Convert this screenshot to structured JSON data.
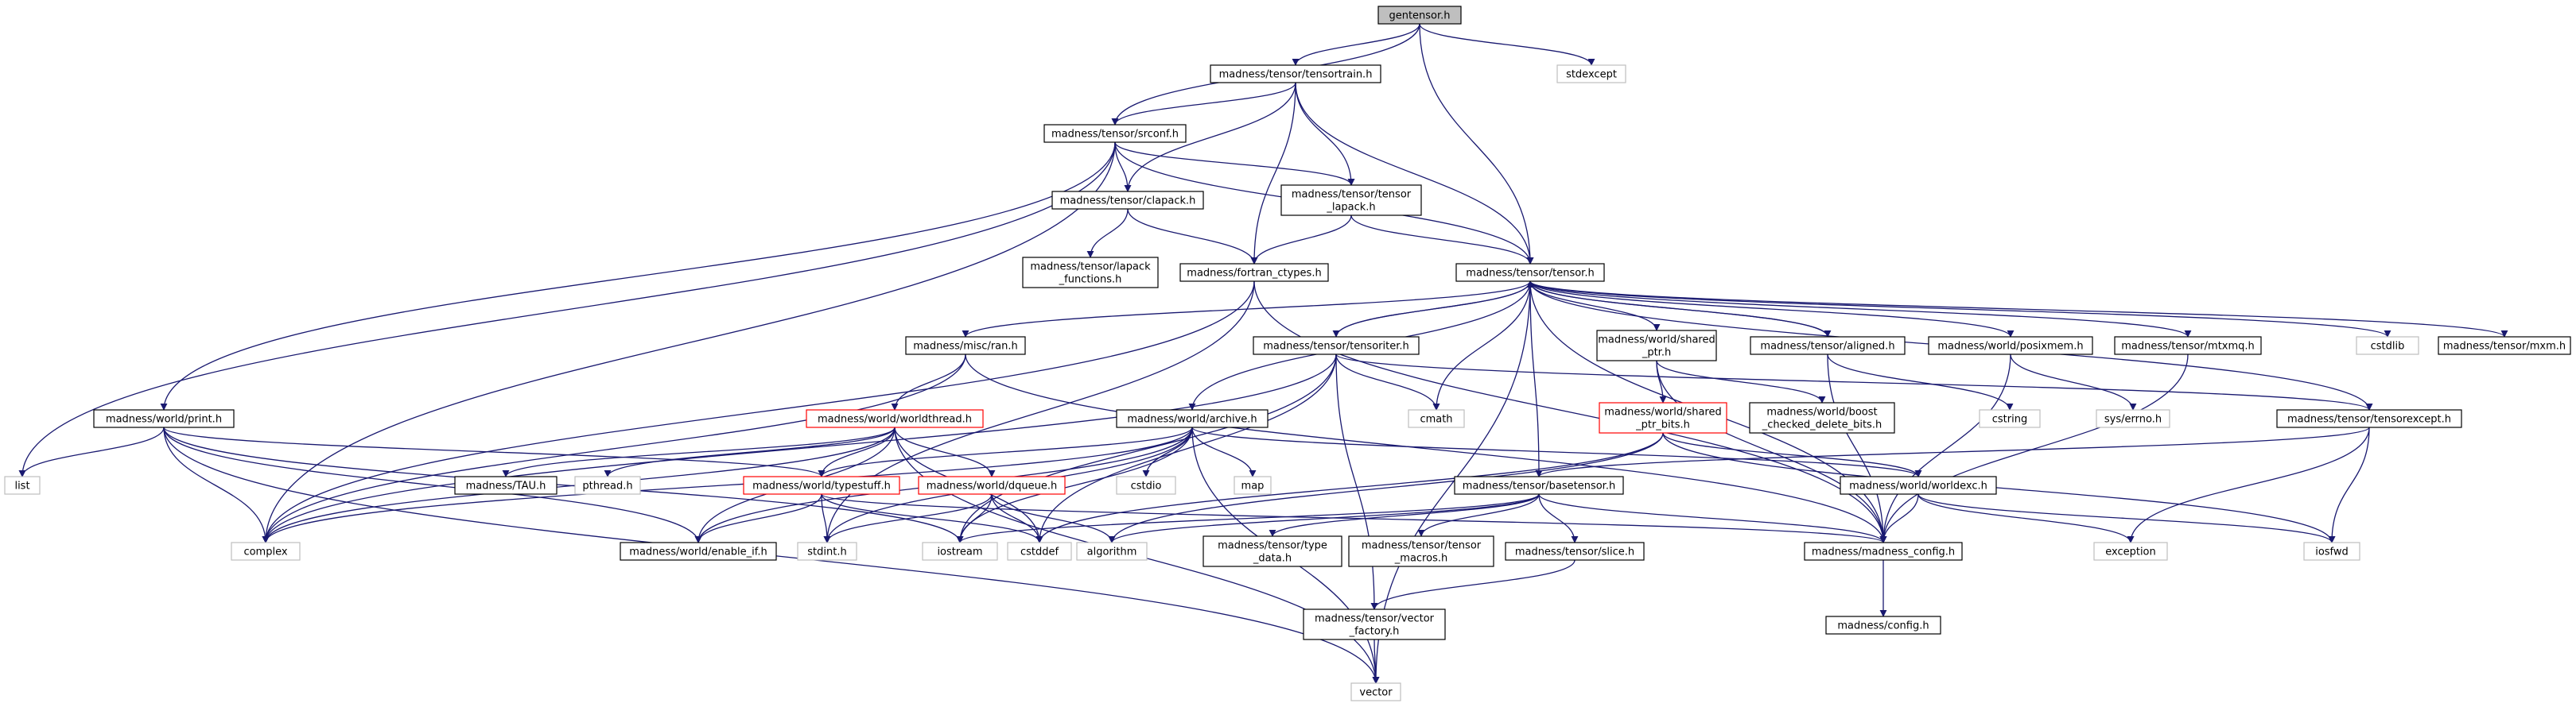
{
  "diagram": {
    "colors": {
      "edge": "#191970",
      "normal_border": "#000000",
      "external_border": "#bfbfbf",
      "truncated_border": "#ff0000",
      "root_fill": "#bfbfbf",
      "fill": "#ffffff"
    },
    "nodes": [
      {
        "id": "gentensor",
        "lines": [
          "gentensor.h"
        ],
        "style": "root"
      },
      {
        "id": "stdexcept",
        "lines": [
          "stdexcept"
        ],
        "style": "external"
      },
      {
        "id": "tensortrain",
        "lines": [
          "madness/tensor/tensortrain.h"
        ],
        "style": "normal"
      },
      {
        "id": "srconf",
        "lines": [
          "madness/tensor/srconf.h"
        ],
        "style": "normal"
      },
      {
        "id": "clapack",
        "lines": [
          "madness/tensor/clapack.h"
        ],
        "style": "normal"
      },
      {
        "id": "tensor_lapack",
        "lines": [
          "madness/tensor/tensor",
          "_lapack.h"
        ],
        "style": "normal"
      },
      {
        "id": "lapack_functions",
        "lines": [
          "madness/tensor/lapack",
          "_functions.h"
        ],
        "style": "normal"
      },
      {
        "id": "fortran_ctypes",
        "lines": [
          "madness/fortran_ctypes.h"
        ],
        "style": "normal"
      },
      {
        "id": "tensor",
        "lines": [
          "madness/tensor/tensor.h"
        ],
        "style": "normal"
      },
      {
        "id": "ran",
        "lines": [
          "madness/misc/ran.h"
        ],
        "style": "normal"
      },
      {
        "id": "tensoriter",
        "lines": [
          "madness/tensor/tensoriter.h"
        ],
        "style": "normal"
      },
      {
        "id": "shared_ptr",
        "lines": [
          "madness/world/shared",
          "_ptr.h"
        ],
        "style": "normal"
      },
      {
        "id": "aligned",
        "lines": [
          "madness/tensor/aligned.h"
        ],
        "style": "normal"
      },
      {
        "id": "posixmem",
        "lines": [
          "madness/world/posixmem.h"
        ],
        "style": "normal"
      },
      {
        "id": "mtxmq",
        "lines": [
          "madness/tensor/mtxmq.h"
        ],
        "style": "normal"
      },
      {
        "id": "cstdlib",
        "lines": [
          "cstdlib"
        ],
        "style": "external"
      },
      {
        "id": "mxm",
        "lines": [
          "madness/tensor/mxm.h"
        ],
        "style": "normal"
      },
      {
        "id": "print",
        "lines": [
          "madness/world/print.h"
        ],
        "style": "normal"
      },
      {
        "id": "worldthread",
        "lines": [
          "madness/world/worldthread.h"
        ],
        "style": "truncated"
      },
      {
        "id": "archive",
        "lines": [
          "madness/world/archive.h"
        ],
        "style": "normal"
      },
      {
        "id": "cmath",
        "lines": [
          "cmath"
        ],
        "style": "external"
      },
      {
        "id": "shared_ptr_bits",
        "lines": [
          "madness/world/shared",
          "_ptr_bits.h"
        ],
        "style": "truncated"
      },
      {
        "id": "boost_checked",
        "lines": [
          "madness/world/boost",
          "_checked_delete_bits.h"
        ],
        "style": "normal"
      },
      {
        "id": "cstring",
        "lines": [
          "cstring"
        ],
        "style": "external"
      },
      {
        "id": "errno",
        "lines": [
          "sys/errno.h"
        ],
        "style": "external"
      },
      {
        "id": "tensorexcept",
        "lines": [
          "madness/tensor/tensorexcept.h"
        ],
        "style": "normal"
      },
      {
        "id": "list",
        "lines": [
          "list"
        ],
        "style": "external"
      },
      {
        "id": "TAU",
        "lines": [
          "madness/TAU.h"
        ],
        "style": "normal"
      },
      {
        "id": "pthread",
        "lines": [
          "pthread.h"
        ],
        "style": "external"
      },
      {
        "id": "typestuff",
        "lines": [
          "madness/world/typestuff.h"
        ],
        "style": "truncated"
      },
      {
        "id": "dqueue",
        "lines": [
          "madness/world/dqueue.h"
        ],
        "style": "truncated"
      },
      {
        "id": "cstdio",
        "lines": [
          "cstdio"
        ],
        "style": "external"
      },
      {
        "id": "map",
        "lines": [
          "map"
        ],
        "style": "external"
      },
      {
        "id": "basetensor",
        "lines": [
          "madness/tensor/basetensor.h"
        ],
        "style": "normal"
      },
      {
        "id": "worldexc",
        "lines": [
          "madness/world/worldexc.h"
        ],
        "style": "normal"
      },
      {
        "id": "complex",
        "lines": [
          "complex"
        ],
        "style": "external"
      },
      {
        "id": "enable_if",
        "lines": [
          "madness/world/enable_if.h"
        ],
        "style": "normal"
      },
      {
        "id": "stdint",
        "lines": [
          "stdint.h"
        ],
        "style": "external"
      },
      {
        "id": "iostream",
        "lines": [
          "iostream"
        ],
        "style": "external"
      },
      {
        "id": "cstddef",
        "lines": [
          "cstddef"
        ],
        "style": "external"
      },
      {
        "id": "algorithm",
        "lines": [
          "algorithm"
        ],
        "style": "external"
      },
      {
        "id": "type_data",
        "lines": [
          "madness/tensor/type",
          "_data.h"
        ],
        "style": "normal"
      },
      {
        "id": "tensor_macros",
        "lines": [
          "madness/tensor/tensor",
          "_macros.h"
        ],
        "style": "normal"
      },
      {
        "id": "slice",
        "lines": [
          "madness/tensor/slice.h"
        ],
        "style": "normal"
      },
      {
        "id": "madness_config",
        "lines": [
          "madness/madness_config.h"
        ],
        "style": "normal"
      },
      {
        "id": "exception",
        "lines": [
          "exception"
        ],
        "style": "external"
      },
      {
        "id": "iosfwd",
        "lines": [
          "iosfwd"
        ],
        "style": "external"
      },
      {
        "id": "vector_factory",
        "lines": [
          "madness/tensor/vector",
          "_factory.h"
        ],
        "style": "normal"
      },
      {
        "id": "config",
        "lines": [
          "madness/config.h"
        ],
        "style": "normal"
      },
      {
        "id": "vector",
        "lines": [
          "vector"
        ],
        "style": "external"
      }
    ],
    "edges": [
      [
        "gentensor",
        "tensortrain"
      ],
      [
        "gentensor",
        "stdexcept"
      ],
      [
        "gentensor",
        "srconf"
      ],
      [
        "gentensor",
        "tensor"
      ],
      [
        "tensortrain",
        "srconf"
      ],
      [
        "tensortrain",
        "clapack"
      ],
      [
        "tensortrain",
        "tensor_lapack"
      ],
      [
        "tensortrain",
        "fortran_ctypes"
      ],
      [
        "tensortrain",
        "tensor"
      ],
      [
        "srconf",
        "clapack"
      ],
      [
        "srconf",
        "tensor_lapack"
      ],
      [
        "srconf",
        "tensor"
      ],
      [
        "srconf",
        "print"
      ],
      [
        "srconf",
        "list"
      ],
      [
        "srconf",
        "complex"
      ],
      [
        "clapack",
        "lapack_functions"
      ],
      [
        "clapack",
        "fortran_ctypes"
      ],
      [
        "tensor_lapack",
        "fortran_ctypes"
      ],
      [
        "tensor_lapack",
        "tensor"
      ],
      [
        "fortran_ctypes",
        "complex"
      ],
      [
        "fortran_ctypes",
        "madness_config"
      ],
      [
        "fortran_ctypes",
        "stdint"
      ],
      [
        "tensor",
        "ran"
      ],
      [
        "tensor",
        "tensoriter"
      ],
      [
        "tensor",
        "shared_ptr"
      ],
      [
        "tensor",
        "aligned"
      ],
      [
        "tensor",
        "posixmem"
      ],
      [
        "tensor",
        "mtxmq"
      ],
      [
        "tensor",
        "cstdlib"
      ],
      [
        "tensor",
        "mxm"
      ],
      [
        "tensor",
        "archive"
      ],
      [
        "tensor",
        "cmath"
      ],
      [
        "tensor",
        "tensorexcept"
      ],
      [
        "tensor",
        "basetensor"
      ],
      [
        "tensor",
        "madness_config"
      ],
      [
        "tensor",
        "vector"
      ],
      [
        "ran",
        "worldthread"
      ],
      [
        "ran",
        "complex"
      ],
      [
        "ran",
        "madness_config"
      ],
      [
        "tensoriter",
        "tensor"
      ],
      [
        "tensoriter",
        "tensorexcept"
      ],
      [
        "tensoriter",
        "cmath"
      ],
      [
        "tensoriter",
        "iostream"
      ],
      [
        "tensoriter",
        "cstddef"
      ],
      [
        "tensoriter",
        "vector_factory"
      ],
      [
        "tensoriter",
        "complex"
      ],
      [
        "shared_ptr",
        "shared_ptr_bits"
      ],
      [
        "shared_ptr",
        "boost_checked"
      ],
      [
        "shared_ptr",
        "madness_config"
      ],
      [
        "aligned",
        "tensor"
      ],
      [
        "aligned",
        "cstring"
      ],
      [
        "aligned",
        "madness_config"
      ],
      [
        "posixmem",
        "errno"
      ],
      [
        "posixmem",
        "madness_config"
      ],
      [
        "mtxmq",
        "madness_config"
      ],
      [
        "print",
        "list"
      ],
      [
        "print",
        "complex"
      ],
      [
        "print",
        "typestuff"
      ],
      [
        "print",
        "enable_if"
      ],
      [
        "print",
        "iostream"
      ],
      [
        "print",
        "vector"
      ],
      [
        "worldthread",
        "TAU"
      ],
      [
        "worldthread",
        "pthread"
      ],
      [
        "worldthread",
        "typestuff"
      ],
      [
        "worldthread",
        "dqueue"
      ],
      [
        "worldthread",
        "cstddef"
      ],
      [
        "worldthread",
        "vector"
      ],
      [
        "worldthread",
        "complex"
      ],
      [
        "worldthread",
        "enable_if"
      ],
      [
        "archive",
        "typestuff"
      ],
      [
        "archive",
        "cstdio"
      ],
      [
        "archive",
        "map"
      ],
      [
        "archive",
        "iostream"
      ],
      [
        "archive",
        "worldexc"
      ],
      [
        "archive",
        "complex"
      ],
      [
        "archive",
        "enable_if"
      ],
      [
        "archive",
        "stdint"
      ],
      [
        "archive",
        "vector"
      ],
      [
        "shared_ptr_bits",
        "worldexc"
      ],
      [
        "shared_ptr_bits",
        "algorithm"
      ],
      [
        "shared_ptr_bits",
        "iosfwd"
      ],
      [
        "shared_ptr_bits",
        "cstddef"
      ],
      [
        "tensorexcept",
        "basetensor"
      ],
      [
        "tensorexcept",
        "iosfwd"
      ],
      [
        "tensorexcept",
        "exception"
      ],
      [
        "typestuff",
        "enable_if"
      ],
      [
        "typestuff",
        "stdint"
      ],
      [
        "typestuff",
        "cstddef"
      ],
      [
        "typestuff",
        "madness_config"
      ],
      [
        "dqueue",
        "iostream"
      ],
      [
        "dqueue",
        "cstddef"
      ],
      [
        "dqueue",
        "algorithm"
      ],
      [
        "dqueue",
        "stdint"
      ],
      [
        "basetensor",
        "type_data"
      ],
      [
        "basetensor",
        "tensor_macros"
      ],
      [
        "basetensor",
        "slice"
      ],
      [
        "basetensor",
        "madness_config"
      ],
      [
        "basetensor",
        "iostream"
      ],
      [
        "basetensor",
        "algorithm"
      ],
      [
        "worldexc",
        "madness_config"
      ],
      [
        "worldexc",
        "exception"
      ],
      [
        "worldexc",
        "iosfwd"
      ],
      [
        "slice",
        "vector_factory"
      ],
      [
        "madness_config",
        "config"
      ],
      [
        "vector_factory",
        "vector"
      ]
    ]
  }
}
